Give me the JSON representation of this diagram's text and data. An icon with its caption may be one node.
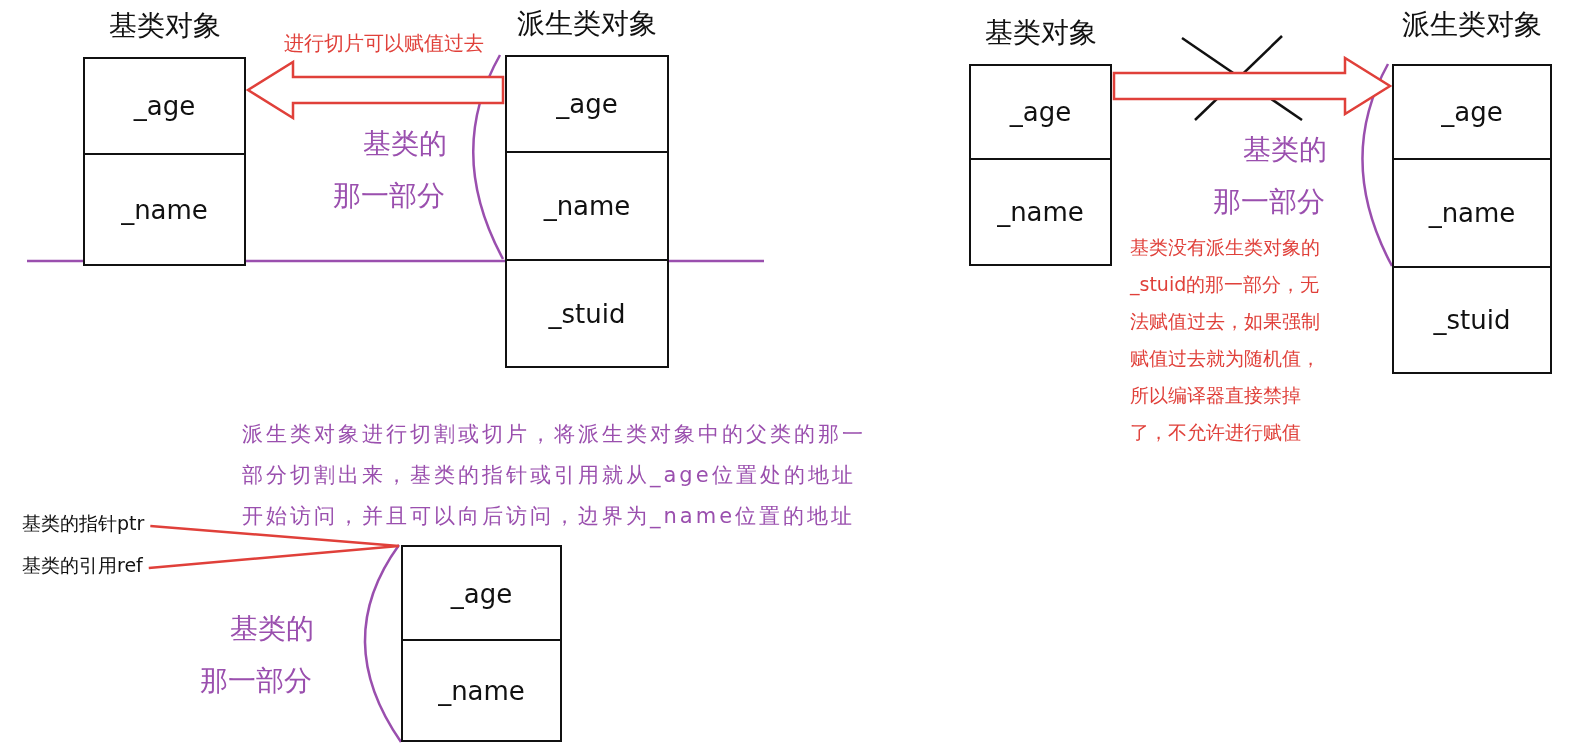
{
  "diagram": {
    "nodes": [
      {
        "text": [
          "基类对象"
        ]
      },
      {
        "text": [
          "_age"
        ],
        "in": 0
      },
      {
        "text": [
          "_name"
        ],
        "in": 0
      },
      {
        "text": [
          "派生类对象"
        ]
      },
      {
        "text": [
          "_age"
        ],
        "in": 3
      },
      {
        "text": [
          "_name"
        ],
        "in": 3
      },
      {
        "text": [
          "_stuid"
        ],
        "in": 3
      },
      {
        "text": [
          "基类对象"
        ]
      },
      {
        "text": [
          "_age"
        ],
        "in": 7
      },
      {
        "text": [
          "_name"
        ],
        "in": 7
      },
      {
        "text": [
          "派生类对象"
        ]
      },
      {
        "text": [
          "_age"
        ],
        "in": 10
      },
      {
        "text": [
          "_name"
        ],
        "in": 10
      },
      {
        "text": [
          "_stuid"
        ],
        "in": 10
      },
      {
        "text": [
          "基类的指针ptr"
        ]
      },
      {
        "text": [
          "基类的引用ref"
        ]
      },
      {
        "text": [],
        "shape": "box"
      },
      {
        "text": [
          "_age"
        ],
        "in": 16
      },
      {
        "text": [
          "_name"
        ],
        "in": 16
      }
    ],
    "edges": [
      {
        "from": 3,
        "to": 0,
        "arrow": "to",
        "label": "进行切片可以赋值过去"
      },
      {
        "from": 7,
        "to": 10,
        "arrow": "to"
      },
      {
        "from": 14,
        "to": 16,
        "arrow": "none"
      },
      {
        "from": 15,
        "to": 16,
        "arrow": "none"
      }
    ],
    "labels": [
      "基类的那一部分",
      "基类的那一部分",
      "基类没有派生类对象的_stuid的那一部分，无法赋值过去，如果强制赋值过去就为随机值，所以编译器直接禁掉了，不允许进行赋值",
      "派生类对象进行切割或切片，将派生类对象中的父类的那一部分切割出来，基类的指针或引用就从_age位置处的地址开始访问，并且可以向后访问，边界为_name位置的地址",
      "基类的那一部分"
    ]
  }
}
